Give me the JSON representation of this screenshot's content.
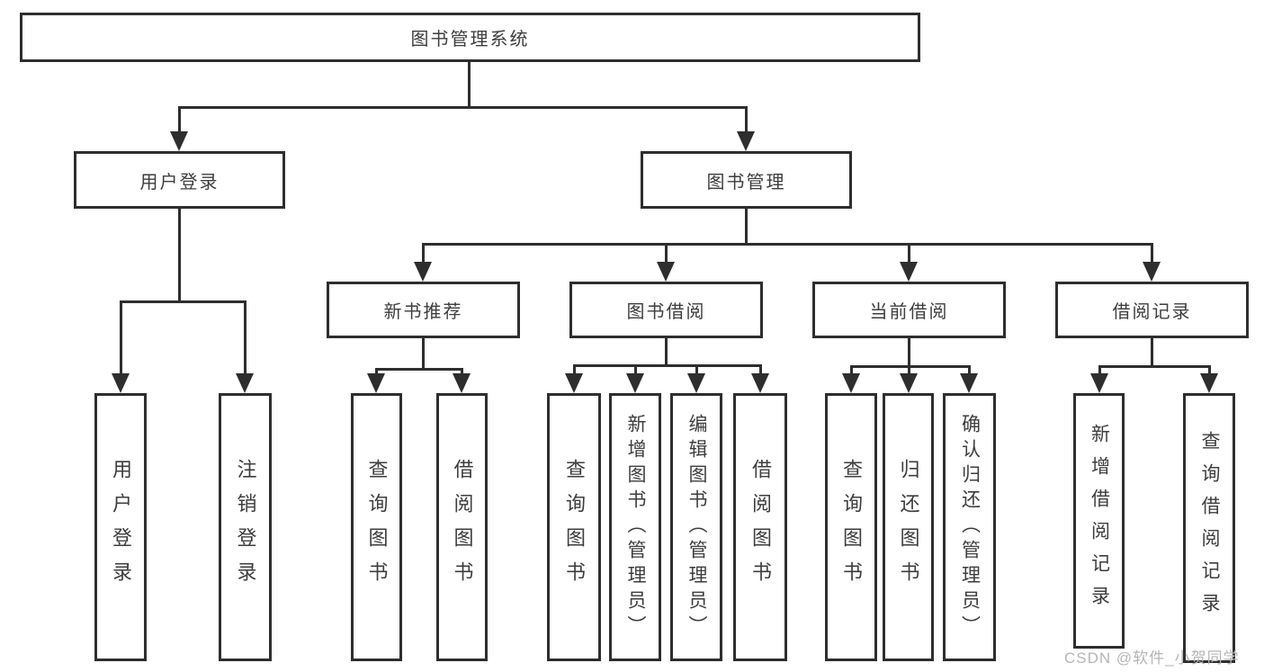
{
  "diagram_title": "图书管理系统",
  "line_color": "#2e2e2e",
  "box_border_color": "#2e2e2e",
  "text_color": "#3d3d3d",
  "watermark": {
    "text": "CSDN @软件_小贺同学",
    "color": "#b5b5b5"
  },
  "nodes": {
    "root": "图书管理系统",
    "user_login": "用户登录",
    "book_mgmt": "图书管理",
    "new_books": "新书推荐",
    "book_borrow": "图书借阅",
    "current_borrow": "当前借阅",
    "borrow_records": "借阅记录",
    "leaf_user_login": "用户登录",
    "leaf_logout": "注销登录",
    "nb_query": "查询图书",
    "nb_borrow": "借阅图书",
    "bb_query": "查询图书",
    "bb_add": "新增图书（管理员）",
    "bb_edit": "编辑图书（管理员）",
    "bb_borrow": "借阅图书",
    "cb_query": "查询图书",
    "cb_return": "归还图书",
    "cb_confirm": "确认归还（管理员）",
    "br_add": "新增借阅记录",
    "br_query": "查询借阅记录"
  },
  "edges": [
    {
      "parent": "图书管理系统",
      "children": [
        "用户登录",
        "图书管理"
      ]
    },
    {
      "parent": "用户登录",
      "children": [
        "用户登录",
        "注销登录"
      ]
    },
    {
      "parent": "图书管理",
      "children": [
        "新书推荐",
        "图书借阅",
        "当前借阅",
        "借阅记录"
      ]
    },
    {
      "parent": "新书推荐",
      "children": [
        "查询图书",
        "借阅图书"
      ]
    },
    {
      "parent": "图书借阅",
      "children": [
        "查询图书",
        "新增图书（管理员）",
        "编辑图书（管理员）",
        "借阅图书"
      ]
    },
    {
      "parent": "当前借阅",
      "children": [
        "查询图书",
        "归还图书",
        "确认归还（管理员）"
      ]
    },
    {
      "parent": "借阅记录",
      "children": [
        "新增借阅记录",
        "查询借阅记录"
      ]
    }
  ]
}
